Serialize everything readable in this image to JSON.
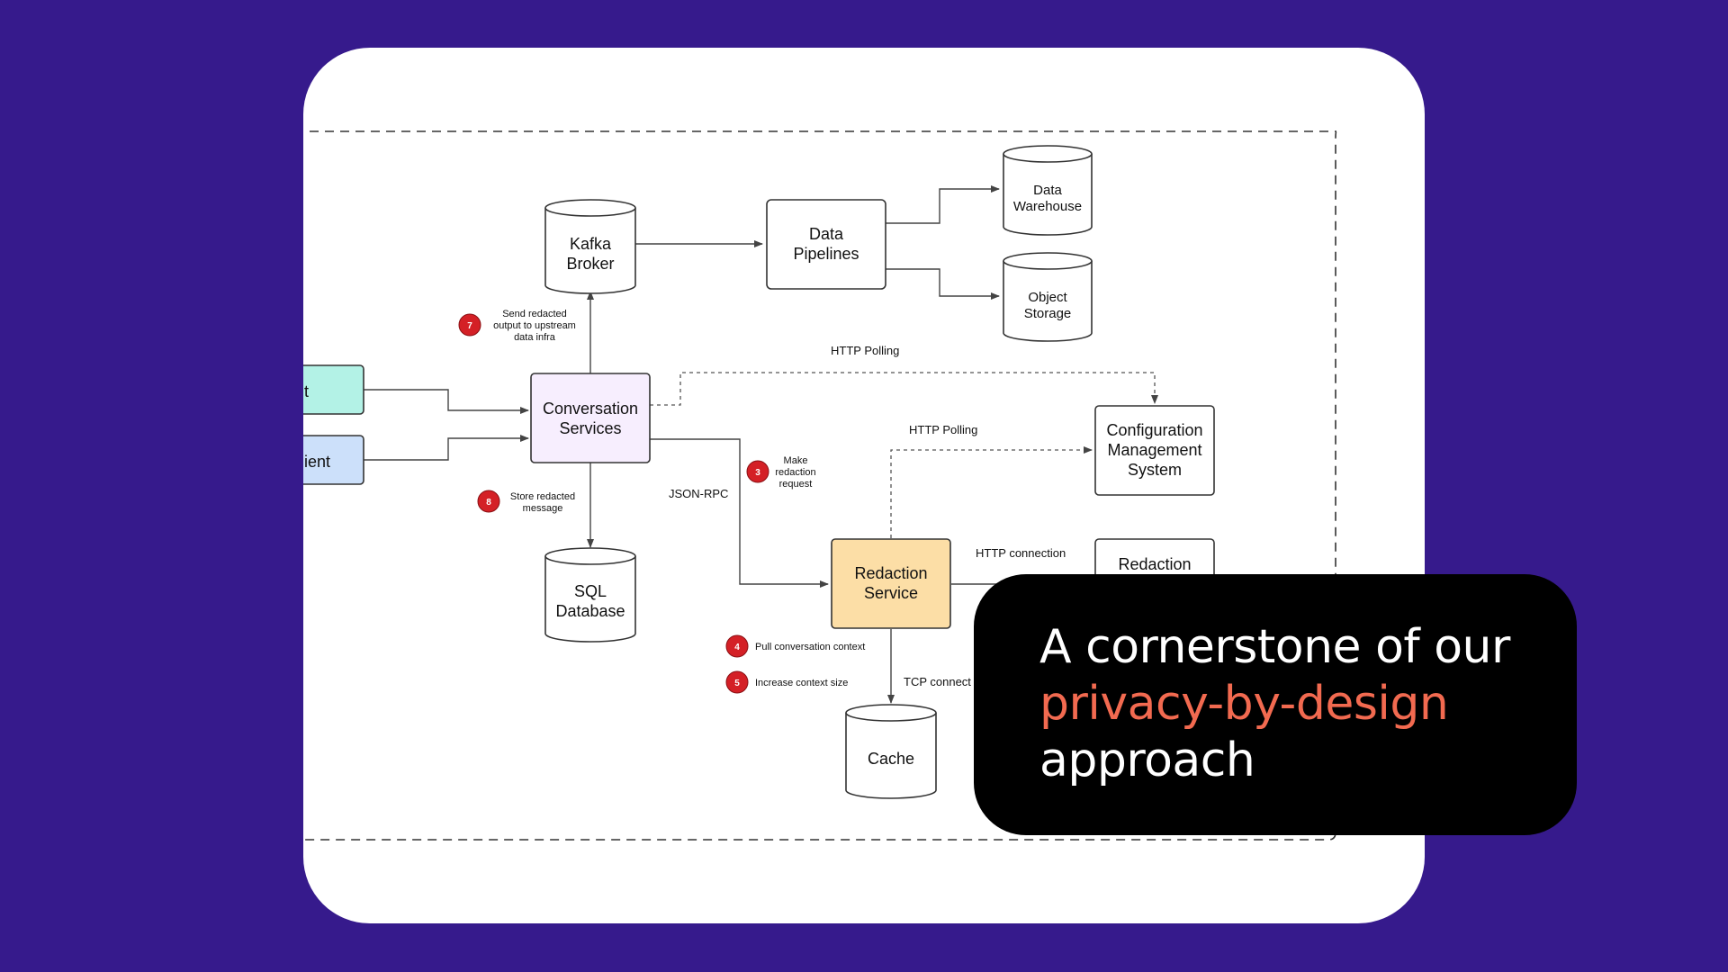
{
  "colors": {
    "background": "#361A8C",
    "card": "#FFFFFF",
    "callout_bg": "#000000",
    "accent": "#F26A50",
    "badge": "#D42026",
    "conversation_fill": "#F7EEFE",
    "redaction_fill": "#FCDEA6",
    "client1_fill": "#B3F2E6",
    "client2_fill": "#CCE0FA"
  },
  "diagram": {
    "nodes": {
      "kafka": [
        "Kafka",
        "Broker"
      ],
      "pipelines": [
        "Data",
        "Pipelines"
      ],
      "warehouse": [
        "Data",
        "Warehouse"
      ],
      "object_storage": [
        "Object",
        "Storage"
      ],
      "conversation": [
        "Conversation",
        "Services"
      ],
      "config": [
        "Configuration",
        "Management",
        "System"
      ],
      "sql": [
        "SQL",
        "Database"
      ],
      "redaction": [
        "Redaction",
        "Service"
      ],
      "redaction2": [
        "Redaction"
      ],
      "cache": [
        "Cache"
      ],
      "client1": "t",
      "client2": "ient"
    },
    "labels": {
      "http_polling_1": "HTTP Polling",
      "http_polling_2": "HTTP Polling",
      "json_rpc": "JSON-RPC",
      "http_connection": "HTTP connection",
      "tcp_connection": "TCP connect"
    },
    "steps": [
      {
        "number": "7",
        "text": [
          "Send redacted",
          "output to upstream",
          "data infra"
        ]
      },
      {
        "number": "8",
        "text": [
          "Store redacted",
          "message"
        ]
      },
      {
        "number": "3",
        "text": [
          "Make",
          "redaction",
          "request"
        ]
      },
      {
        "number": "4",
        "text": [
          "Pull conversation context"
        ]
      },
      {
        "number": "5",
        "text": [
          "Increase context size"
        ]
      }
    ]
  },
  "callout": {
    "line1": "A cornerstone of our",
    "line2": "privacy-by-design",
    "line3": "approach"
  }
}
